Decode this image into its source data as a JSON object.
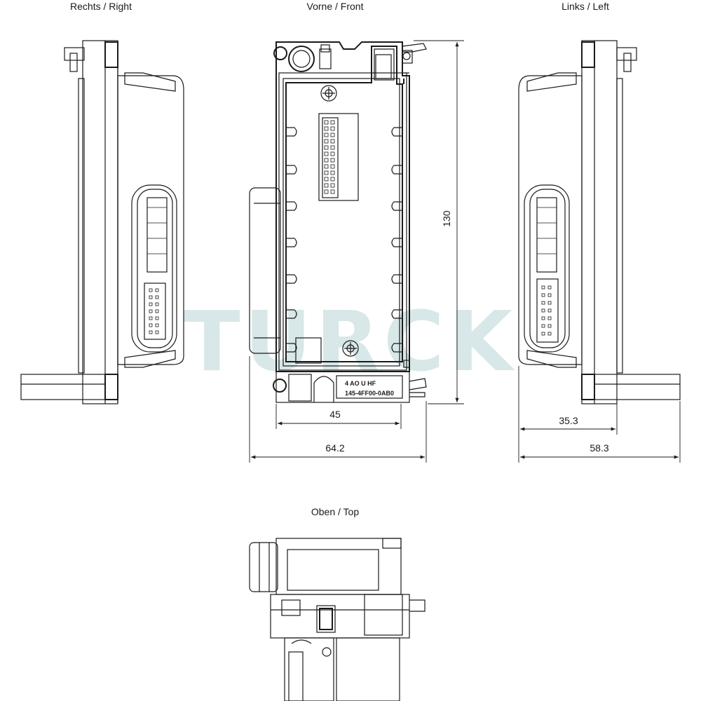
{
  "views": {
    "right": "Rechts / Right",
    "front": "Vorne / Front",
    "left": "Links / Left",
    "top": "Oben / Top"
  },
  "label_plate": {
    "line1": "4 AO U HF",
    "line2": "145-4FF00-0AB0"
  },
  "dimensions": {
    "height": "130",
    "front_inner_width": "45",
    "front_total_width": "64.2",
    "left_inner_depth": "35.3",
    "left_total_depth": "58.3"
  },
  "watermark": "TURCK"
}
